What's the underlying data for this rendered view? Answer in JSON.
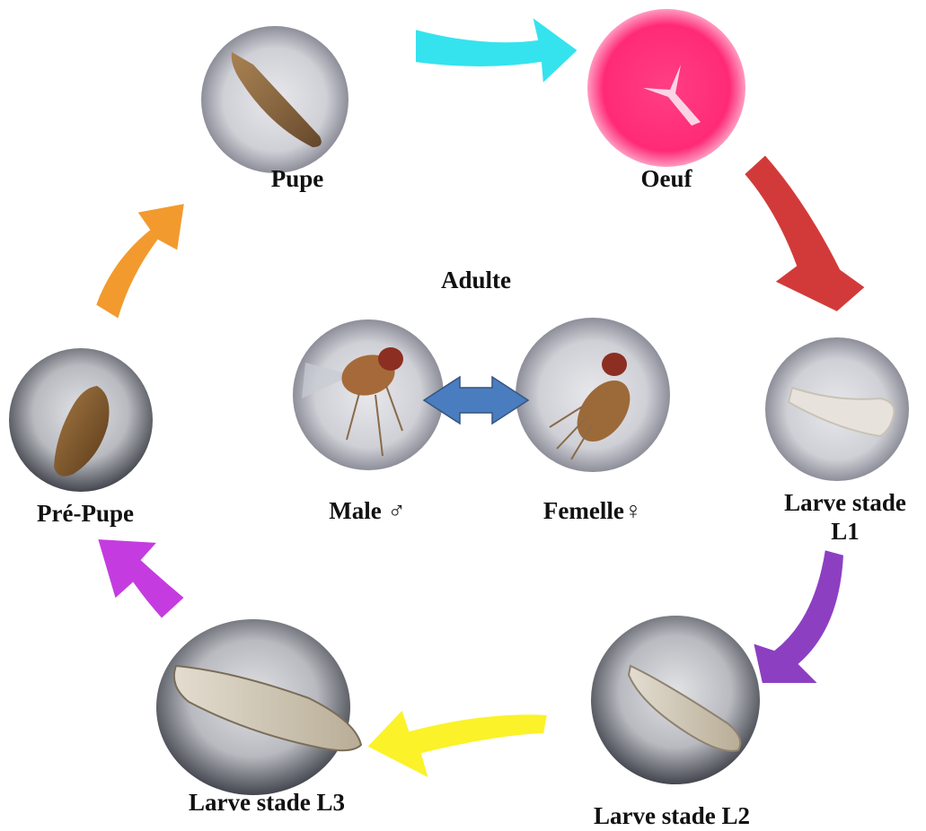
{
  "title": "Adulte",
  "stages": [
    {
      "id": "oeuf",
      "label": "Oeuf"
    },
    {
      "id": "l1",
      "label": "Larve stade L1"
    },
    {
      "id": "l2",
      "label": "Larve  stade L2"
    },
    {
      "id": "l3",
      "label": "Larve stade L3"
    },
    {
      "id": "prepupe",
      "label": "Pré-Pupe"
    },
    {
      "id": "pupe",
      "label": "Pupe"
    }
  ],
  "adults": [
    {
      "id": "male",
      "label": "Male ♂"
    },
    {
      "id": "female",
      "label": "Femelle♀"
    }
  ],
  "arrow_colors": {
    "pupe_to_oeuf": "#35e3ee",
    "oeuf_to_l1": "#d23a3a",
    "l1_to_l2": "#8d3fc2",
    "l2_to_l3": "#fbf22a",
    "l3_to_prepupe": "#c43ce0",
    "prepupe_to_pupe": "#f29a2e",
    "adult_double": "#4a7dbf"
  }
}
